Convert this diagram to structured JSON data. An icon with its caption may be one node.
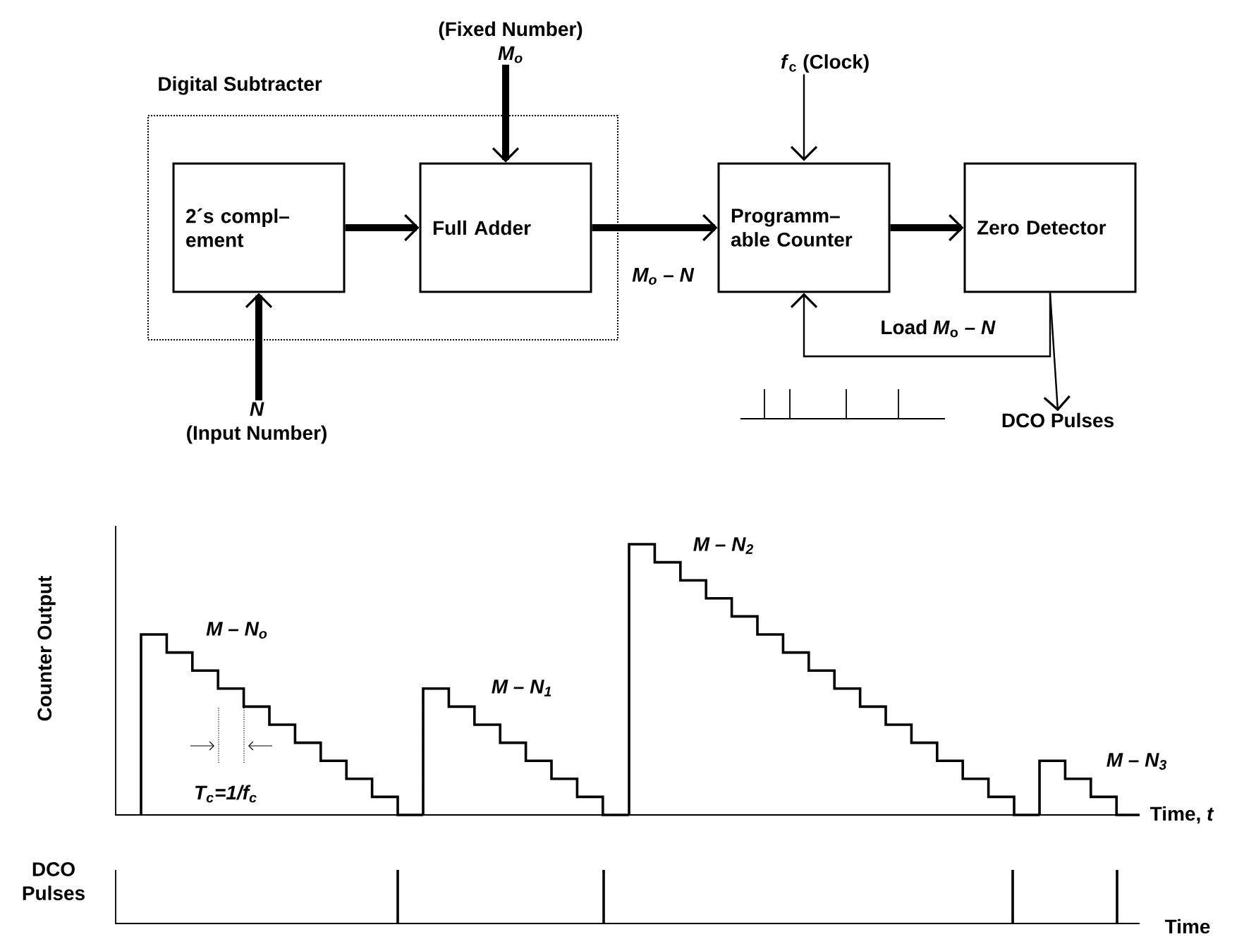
{
  "diagram": {
    "nodes": [
      {
        "text": [
          "Digital Subtracter"
        ]
      },
      {
        "text": [
          "2´s compl– ement"
        ],
        "in": 0
      },
      {
        "text": [
          "Full Adder"
        ],
        "in": 0
      },
      {
        "text": [
          "Programm– able Counter"
        ]
      },
      {
        "text": [
          "Zero Detector"
        ]
      },
      {
        "text": [
          "(Fixed Number)",
          "M$_{o}$"
        ]
      },
      {
        "text": [
          "N",
          "(Input Number)"
        ]
      },
      {
        "text": [
          "*f*$_{c}$ (Clock)"
        ]
      },
      {
        "text": [
          "DCO Pulses"
        ]
      }
    ],
    "edges": [
      {
        "from": 5,
        "to": 2,
        "arrow": "to"
      },
      {
        "from": 6,
        "to": 1,
        "arrow": "to"
      },
      {
        "from": 1,
        "to": 2,
        "arrow": "to"
      },
      {
        "from": 2,
        "to": 3,
        "arrow": "to",
        "label": "M$_{o}$ – N"
      },
      {
        "from": 7,
        "to": 3,
        "arrow": "to"
      },
      {
        "from": 3,
        "to": 4,
        "arrow": "to"
      },
      {
        "from": 4,
        "to": 3,
        "arrow": "to",
        "label": "Load *M*$_{o}$ – *N*"
      },
      {
        "from": 4,
        "to": 8,
        "arrow": "to"
      }
    ],
    "labels": [
      "Counter Output",
      "M – N$_{o}$",
      "T$_{c}$=1/f$_{c}$",
      "M – N$_{1}$",
      "M – N$_{2}$",
      "M – N$_{3}$",
      "Time, *t*",
      "DCO Pulses",
      "Time"
    ]
  }
}
